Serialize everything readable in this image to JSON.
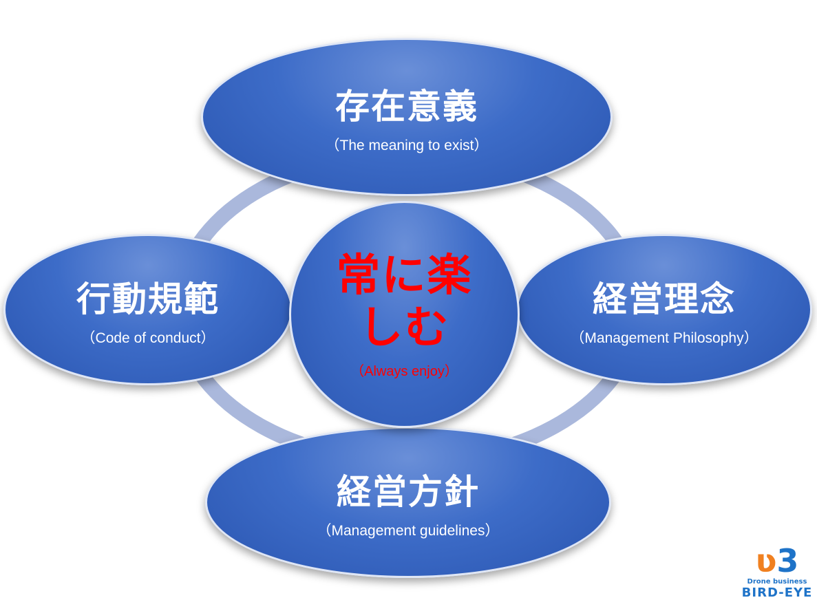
{
  "center": {
    "title": "常に楽しむ",
    "subtitle": "（Always enjoy）"
  },
  "top": {
    "title": "存在意義",
    "subtitle": "（The meaning to exist）"
  },
  "left": {
    "title": "行動規範",
    "subtitle": "（Code of conduct）"
  },
  "right": {
    "title": "経営理念",
    "subtitle": "（Management Philosophy）"
  },
  "bottom": {
    "title": "経営方針",
    "subtitle": "（Management guidelines）"
  },
  "logo": {
    "tagline": "Drone business",
    "name": "BIRD-EYE"
  }
}
